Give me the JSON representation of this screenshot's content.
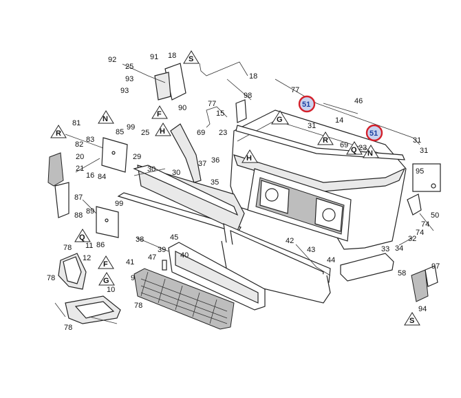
{
  "labels": [
    {
      "id": "l92",
      "text": "92"
    },
    {
      "id": "l25a",
      "text": "25"
    },
    {
      "id": "l93a",
      "text": "93"
    },
    {
      "id": "l93b",
      "text": "93"
    },
    {
      "id": "l91",
      "text": "91"
    },
    {
      "id": "l18a",
      "text": "18"
    },
    {
      "id": "l18b",
      "text": "18"
    },
    {
      "id": "l98",
      "text": "98"
    },
    {
      "id": "l90",
      "text": "90"
    },
    {
      "id": "l77a",
      "text": "77"
    },
    {
      "id": "l15",
      "text": "15"
    },
    {
      "id": "l77b",
      "text": "77"
    },
    {
      "id": "l46",
      "text": "46"
    },
    {
      "id": "l81",
      "text": "81"
    },
    {
      "id": "l83",
      "text": "83"
    },
    {
      "id": "l82",
      "text": "82"
    },
    {
      "id": "l85",
      "text": "85"
    },
    {
      "id": "l99a",
      "text": "99"
    },
    {
      "id": "l25b",
      "text": "25"
    },
    {
      "id": "l69a",
      "text": "69"
    },
    {
      "id": "l23a",
      "text": "23"
    },
    {
      "id": "l31a",
      "text": "31"
    },
    {
      "id": "l14",
      "text": "14"
    },
    {
      "id": "l69b",
      "text": "69"
    },
    {
      "id": "l23b",
      "text": "23"
    },
    {
      "id": "l31b",
      "text": "31"
    },
    {
      "id": "l31c",
      "text": "31"
    },
    {
      "id": "l20",
      "text": "20"
    },
    {
      "id": "l21",
      "text": "21"
    },
    {
      "id": "l16",
      "text": "16"
    },
    {
      "id": "l84",
      "text": "84"
    },
    {
      "id": "l29",
      "text": "29"
    },
    {
      "id": "l30a",
      "text": "30"
    },
    {
      "id": "l30b",
      "text": "30"
    },
    {
      "id": "l37",
      "text": "37"
    },
    {
      "id": "l36",
      "text": "36"
    },
    {
      "id": "l35",
      "text": "35"
    },
    {
      "id": "l95",
      "text": "95"
    },
    {
      "id": "l87",
      "text": "87"
    },
    {
      "id": "l89",
      "text": "89"
    },
    {
      "id": "l88",
      "text": "88"
    },
    {
      "id": "l99b",
      "text": "99"
    },
    {
      "id": "l50",
      "text": "50"
    },
    {
      "id": "l74a",
      "text": "74"
    },
    {
      "id": "l74b",
      "text": "74"
    },
    {
      "id": "l86",
      "text": "86"
    },
    {
      "id": "l45",
      "text": "45"
    },
    {
      "id": "l38",
      "text": "38"
    },
    {
      "id": "l39",
      "text": "39"
    },
    {
      "id": "l42",
      "text": "42"
    },
    {
      "id": "l43",
      "text": "43"
    },
    {
      "id": "l32",
      "text": "32"
    },
    {
      "id": "l33",
      "text": "33"
    },
    {
      "id": "l34",
      "text": "34"
    },
    {
      "id": "l78a",
      "text": "78"
    },
    {
      "id": "l11",
      "text": "11"
    },
    {
      "id": "l12",
      "text": "12"
    },
    {
      "id": "l47",
      "text": "47"
    },
    {
      "id": "l40",
      "text": "40"
    },
    {
      "id": "l41",
      "text": "41"
    },
    {
      "id": "l44",
      "text": "44"
    },
    {
      "id": "l97",
      "text": "97"
    },
    {
      "id": "l78b",
      "text": "78"
    },
    {
      "id": "l9",
      "text": "9"
    },
    {
      "id": "l58",
      "text": "58"
    },
    {
      "id": "l10",
      "text": "10"
    },
    {
      "id": "l94",
      "text": "94"
    },
    {
      "id": "l78c",
      "text": "78"
    },
    {
      "id": "l78d",
      "text": "78"
    }
  ],
  "callouts": [
    {
      "id": "tS1",
      "text": "S"
    },
    {
      "id": "tN1",
      "text": "N"
    },
    {
      "id": "tF1",
      "text": "F"
    },
    {
      "id": "tH1",
      "text": "H"
    },
    {
      "id": "tG1",
      "text": "G"
    },
    {
      "id": "tR1",
      "text": "R"
    },
    {
      "id": "tQ1",
      "text": "Q"
    },
    {
      "id": "tN2",
      "text": "N"
    },
    {
      "id": "tR2",
      "text": "R"
    },
    {
      "id": "tH2",
      "text": "H"
    },
    {
      "id": "tQ2",
      "text": "Q"
    },
    {
      "id": "tF2",
      "text": "F"
    },
    {
      "id": "tG2",
      "text": "G"
    },
    {
      "id": "tS2",
      "text": "S"
    }
  ],
  "highlights": [
    {
      "id": "h1",
      "text": "51"
    },
    {
      "id": "h2",
      "text": "51"
    }
  ],
  "colors": {
    "highlight_ring": "#d4202a",
    "highlight_fill": "#c9d3ef",
    "line": "#222222"
  }
}
